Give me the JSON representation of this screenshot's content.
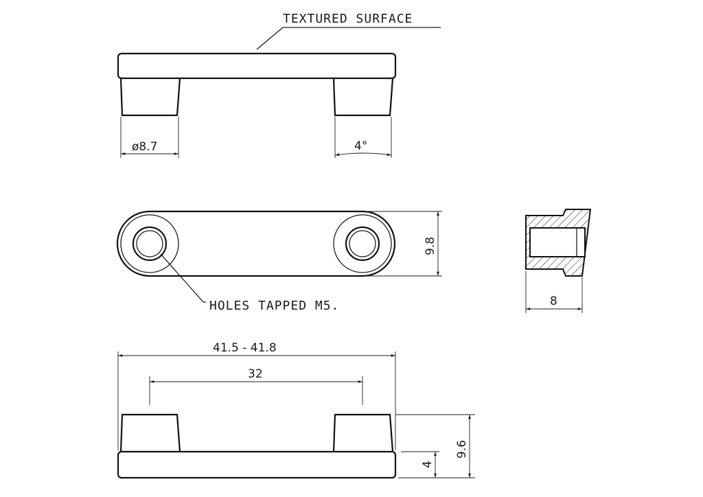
{
  "annotations": {
    "textured_surface": "TEXTURED SURFACE",
    "holes_tapped": "HOLES TAPPED M5."
  },
  "dimensions": {
    "boss_diameter": "ø8.7",
    "draft_angle": "4°",
    "width": "9.8",
    "section_depth": "8",
    "overall_length": "41.5 - 41.8",
    "hole_spacing": "32",
    "total_height": "9.6",
    "plate_thickness": "4"
  }
}
